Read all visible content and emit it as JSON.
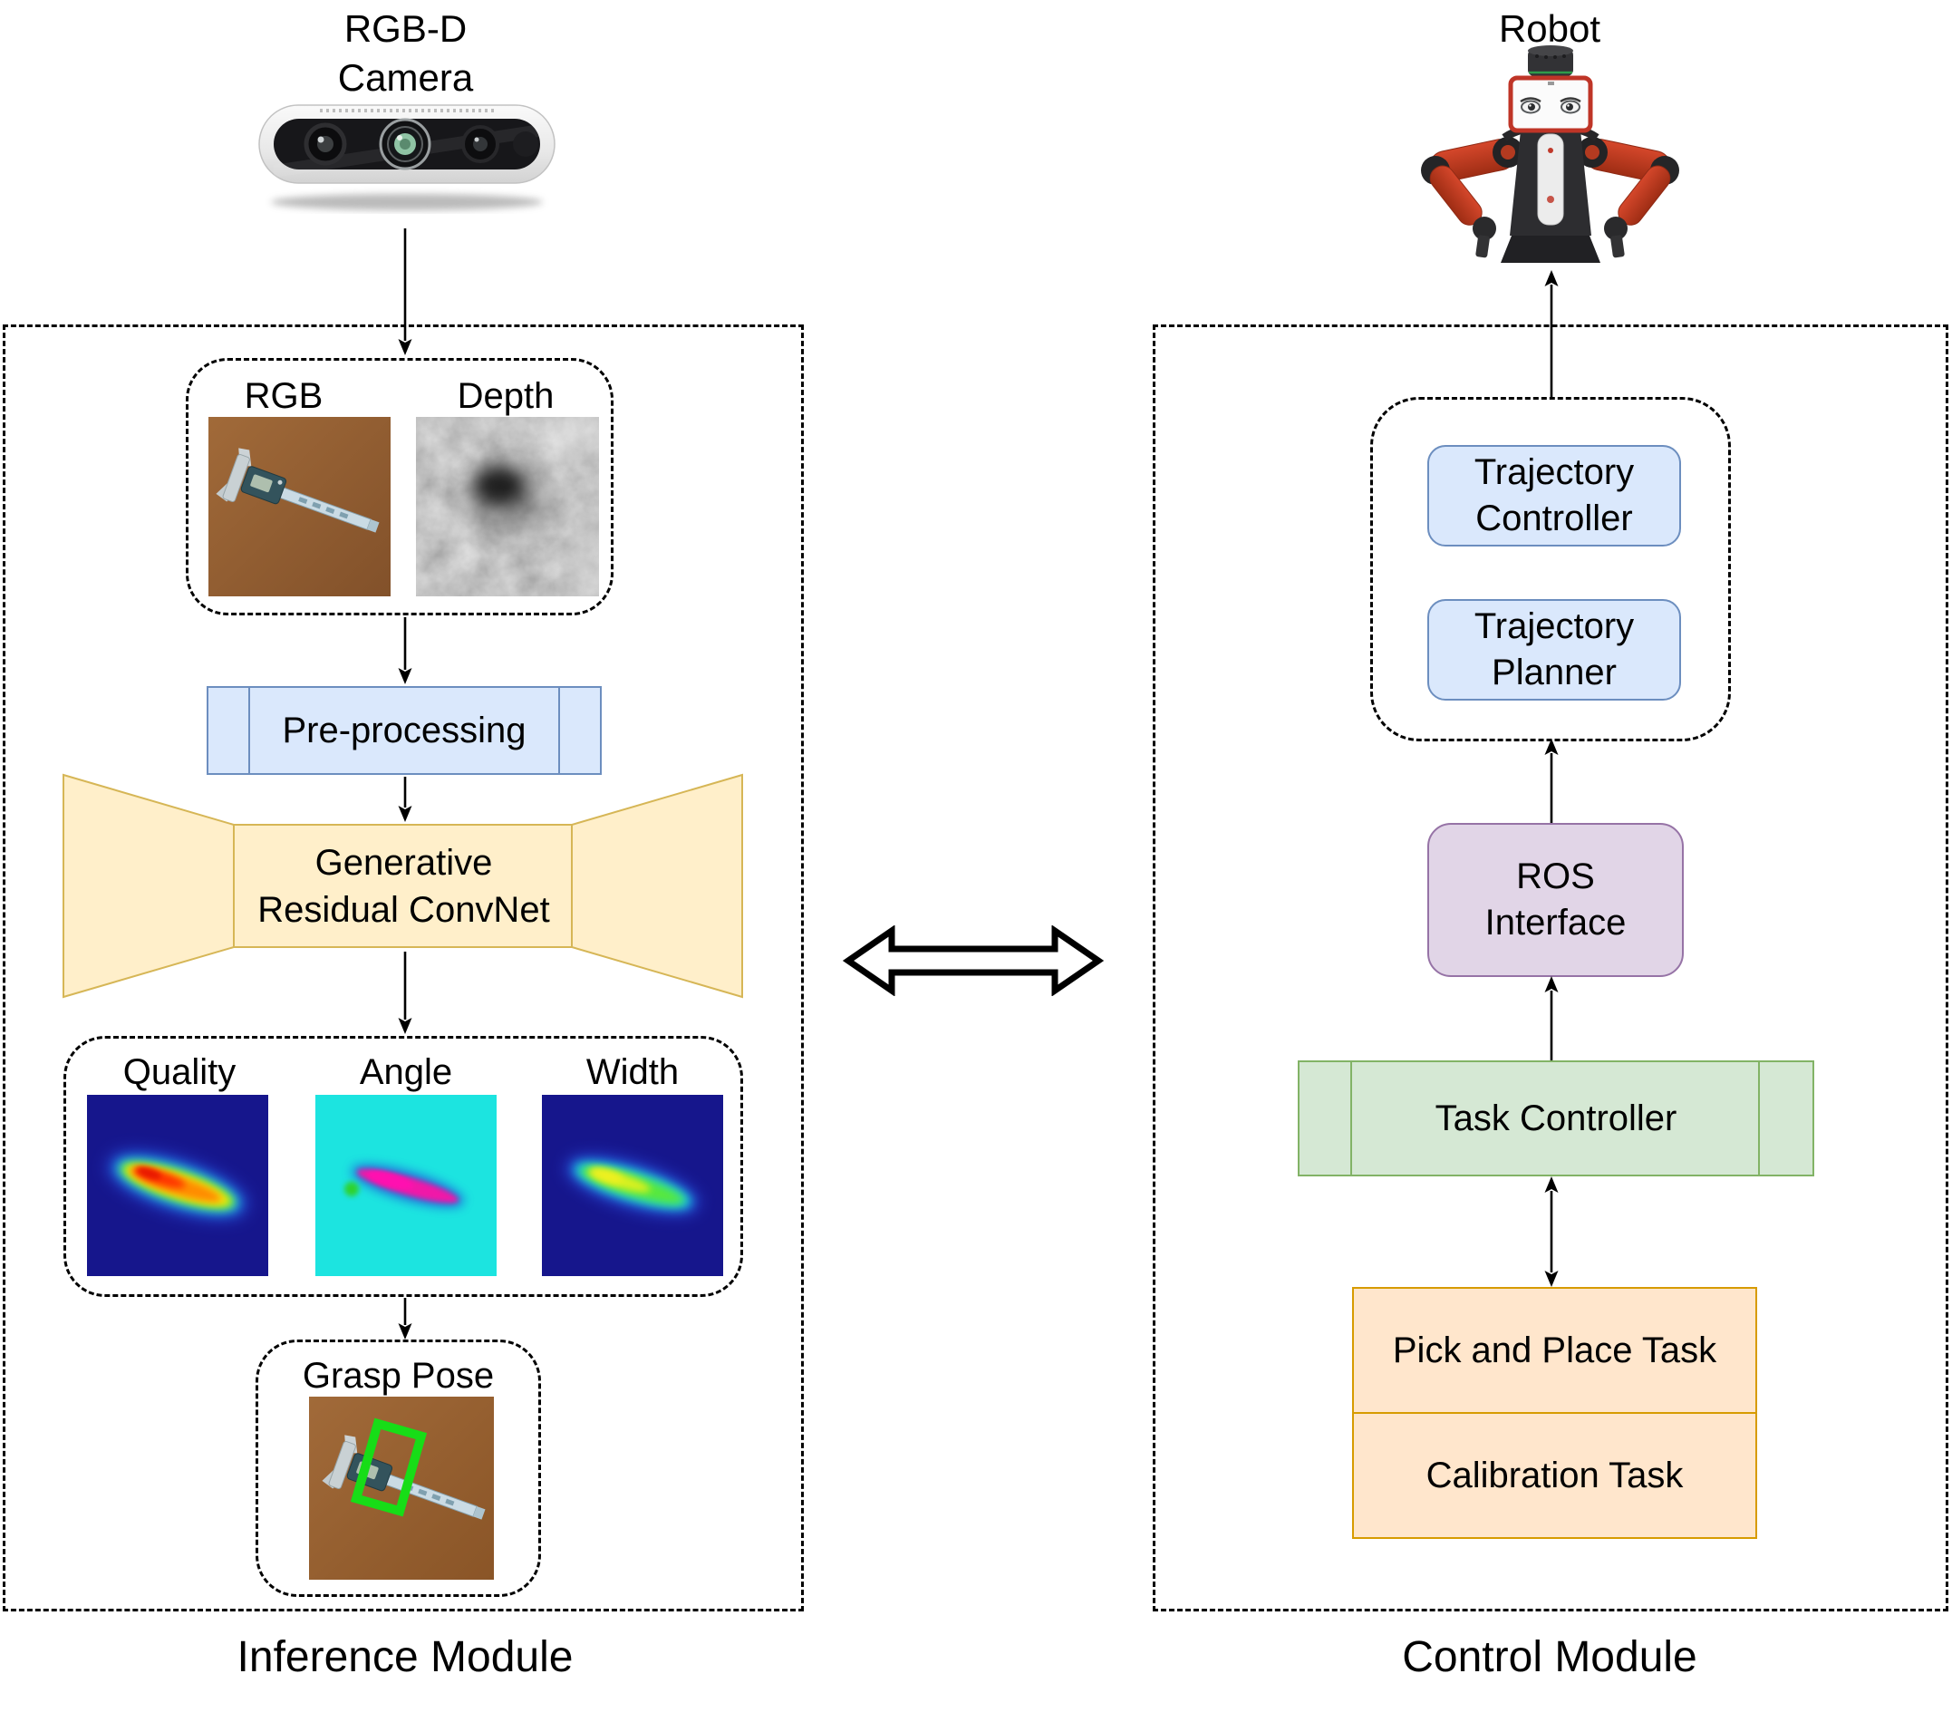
{
  "palette": {
    "blue_fill": "#dae8fc",
    "blue_stroke": "#6c8ebf",
    "yellow_fill": "#ffefca",
    "yellow_stroke": "#d6b656",
    "green_fill": "#d5e8d4",
    "green_stroke": "#82b366",
    "purple_fill": "#e1d5e7",
    "purple_stroke": "#9673a6",
    "orange_fill": "#ffe6cc",
    "orange_stroke": "#d79b00",
    "grasp_box_green": "#17dd17",
    "arrow_black": "#000000"
  },
  "inference": {
    "camera_label": "RGB-D\nCamera",
    "input": {
      "rgb": "RGB",
      "depth": "Depth"
    },
    "preprocessing": "Pre-processing",
    "convnet": "Generative\nResidual ConvNet",
    "outputs": {
      "quality": "Quality",
      "angle": "Angle",
      "width": "Width"
    },
    "grasp_pose": "Grasp Pose",
    "module_label": "Inference Module"
  },
  "control": {
    "robot_label": "Robot",
    "trajectory_controller": "Trajectory\nController",
    "trajectory_planner": "Trajectory\nPlanner",
    "ros_interface": "ROS\nInterface",
    "task_controller": "Task Controller",
    "pick_and_place": "Pick and Place Task",
    "calibration": "Calibration Task",
    "module_label": "Control Module"
  }
}
